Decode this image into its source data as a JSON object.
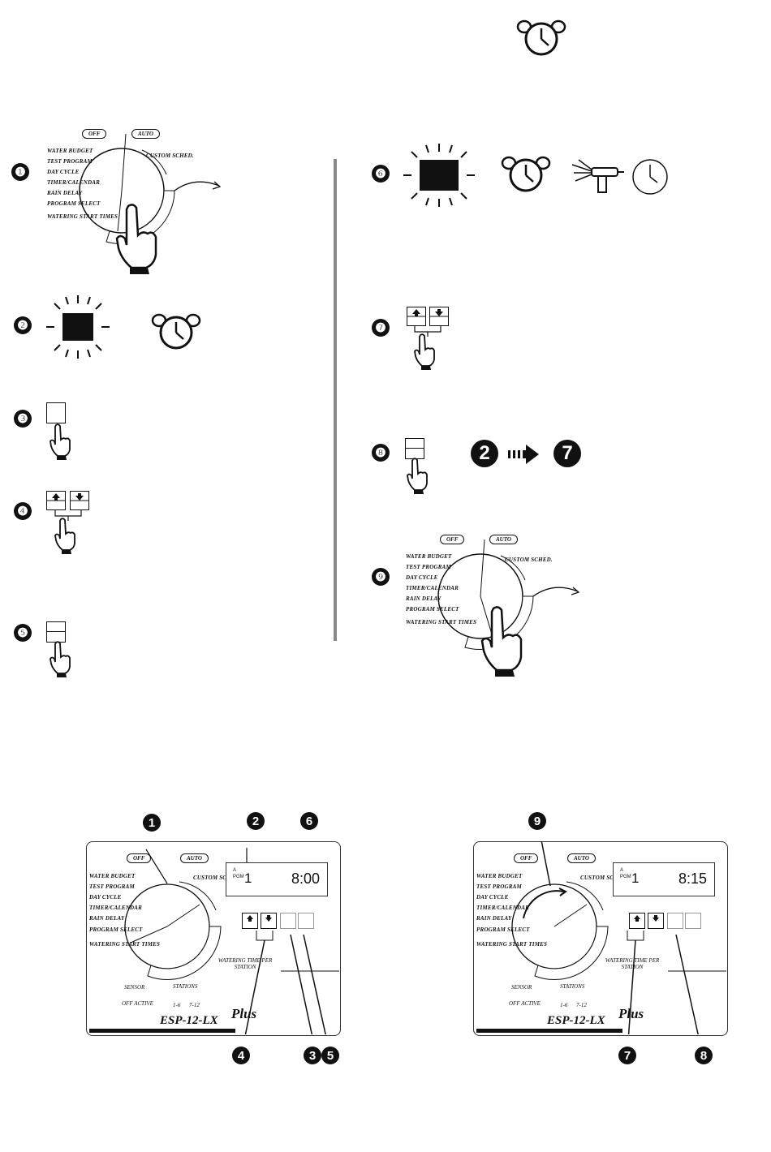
{
  "steps": {
    "s1": "❶",
    "s2": "❷",
    "s3": "❸",
    "s4": "❹",
    "s5": "❺",
    "s6": "❻",
    "s7": "❼",
    "s8": "❽",
    "s9": "❾"
  },
  "dial": {
    "off": "OFF",
    "auto": "AUTO",
    "left_items": [
      "WATER BUDGET",
      "TEST PROGRAM",
      "DAY CYCLE",
      "TIMER/CALENDAR",
      "RAIN DELAY",
      "PROGRAM SELECT",
      "WATERING START TIMES"
    ],
    "custom": "CUSTOM SCHED."
  },
  "step8_ref": {
    "from": "2",
    "to": "7"
  },
  "panel_left": {
    "lcd_prefix": "A",
    "lcd_pgm": "PGM",
    "lcd_station": "1",
    "lcd_time": "8:00",
    "watering_time": "WATERING TIME PER STATION",
    "model": "ESP-12-LX",
    "plus": "Plus",
    "off_active": "OFF ACTIVE",
    "stations": "STATIONS",
    "st1": "1-6",
    "st2": "7-12",
    "sensor": "SENSOR",
    "buttons": [
      "OFF",
      "AUTO"
    ],
    "callouts": [
      "1",
      "2",
      "6",
      "4",
      "3",
      "5"
    ]
  },
  "panel_right": {
    "lcd_prefix": "A",
    "lcd_pgm": "PGM",
    "lcd_station": "1",
    "lcd_time": "8:15",
    "watering_time": "WATERING TIME PER STATION",
    "model": "ESP-12-LX",
    "plus": "Plus",
    "off_active": "OFF ACTIVE",
    "stations": "STATIONS",
    "st1": "1-6",
    "st2": "7-12",
    "sensor": "SENSOR",
    "buttons": [
      "OFF",
      "AUTO"
    ],
    "callouts": [
      "9",
      "7",
      "8"
    ]
  },
  "icons": {
    "alarm": "alarm-clock-icon",
    "clock": "clock-icon",
    "sprinkler": "sprinkler-icon",
    "hand": "pointing-hand-icon",
    "arrow": "arrow-right-icon",
    "flash": "flashing-display-icon"
  }
}
